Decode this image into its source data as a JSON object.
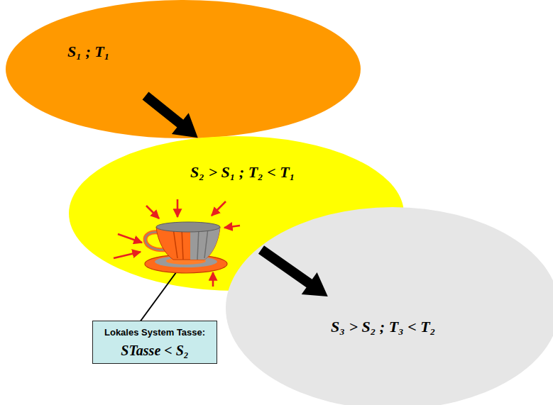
{
  "diagram": {
    "nodes": [
      {
        "text": [
          "S₁ ; T₁"
        ]
      },
      {
        "text": [
          "S₂ > S₁ ; T₂ < T₁"
        ]
      },
      {
        "text": [
          "S₃ > S₂ ; T₃ < T₂"
        ]
      },
      {
        "text": [
          "Lokales System Tasse:",
          "STasse < S₂"
        ]
      }
    ],
    "edges": [
      {
        "from": 0,
        "to": 1,
        "arrow": "to"
      },
      {
        "from": 1,
        "to": 2,
        "arrow": "to"
      }
    ]
  }
}
